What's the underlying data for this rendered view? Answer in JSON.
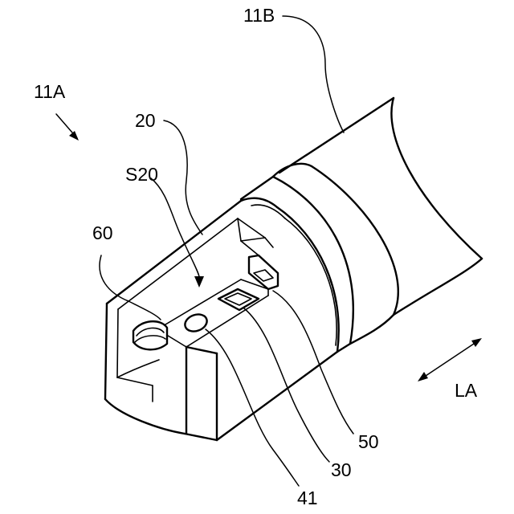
{
  "labels": {
    "device": "11A",
    "shaft": "11B",
    "housing": "20",
    "space": "S20",
    "light_guide": "60",
    "camera": "50",
    "window": "30",
    "nozzle": "41",
    "axis": "LA"
  }
}
